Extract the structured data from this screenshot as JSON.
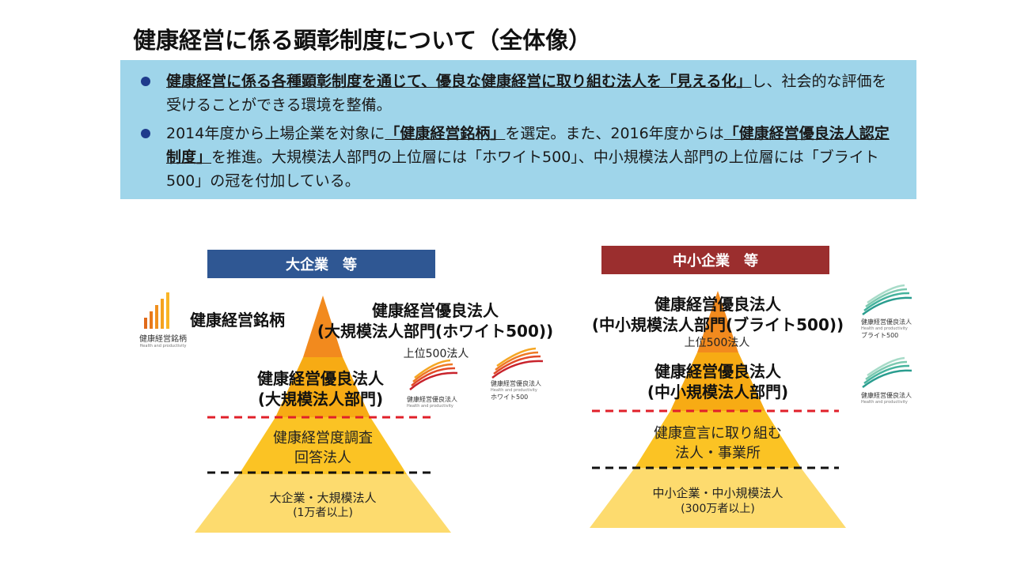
{
  "title": "健康経営に係る顕彰制度について（全体像）",
  "summary": {
    "b1_bold": "健康経営に係る各種顕彰制度を通じて、優良な健康経営に取り組む法人を「見える化」",
    "b1_rest": "し、社会的な評価を受けることができる環境を整備。",
    "b2_pre": "2014年度から上場企業を対象に",
    "b2_bold1": "「健康経営銘柄」",
    "b2_mid": "を選定。また、2016年度からは",
    "b2_bold2": "「健康経営優良法人認定制度」",
    "b2_rest": "を推進。大規模法人部門の上位層には「ホワイト500」、中小規模法人部門の上位層には「ブライト500」の冠を付加している。"
  },
  "large": {
    "header": "大企業　等",
    "meigara_label": "健康経営銘柄",
    "white500_line1": "健康経営優良法人",
    "white500_line2": "(大規模法人部門(ホワイト500))",
    "top500": "上位500法人",
    "yuryo_line1": "健康経営優良法人",
    "yuryo_line2": "(大規模法人部門)",
    "survey_line1": "健康経営度調査",
    "survey_line2": "回答法人",
    "base_line1": "大企業・大規模法人",
    "base_line2": "(1万者以上)",
    "logo_meigara": "健康経営銘柄",
    "logo_meigara_sub": "Health and productivity",
    "logo_yuryo": "健康経営優良法人",
    "logo_yuryo_sub": "Health and productivity",
    "logo_white_l1": "健康経営優良法人",
    "logo_white_sub": "Health and productivity",
    "logo_white_l2": "ホワイト500"
  },
  "sme": {
    "header": "中小企業　等",
    "bright500_line1": "健康経営優良法人",
    "bright500_line2": "(中小規模法人部門(ブライト500))",
    "top500": "上位500法人",
    "yuryo_line1": "健康経営優良法人",
    "yuryo_line2": "(中小規模法人部門)",
    "declare_line1": "健康宣言に取り組む",
    "declare_line2": "法人・事業所",
    "base_line1": "中小企業・中小規模法人",
    "base_line2": "(300万者以上)",
    "logo_bright_l1": "健康経営優良法人",
    "logo_bright_sub": "Health and productivity",
    "logo_bright_l2": "ブライト500",
    "logo_yuryo": "健康経営優良法人",
    "logo_yuryo_sub": "Health and productivity"
  },
  "colors": {
    "box_bg": "#9fd5ea",
    "large_header": "#2f5793",
    "sme_header": "#9b2e2e",
    "tier_top": "#f28a1e",
    "tier_upper": "#f7ab14",
    "tier_mid": "#fbc324",
    "tier_base": "#fddb6e"
  }
}
